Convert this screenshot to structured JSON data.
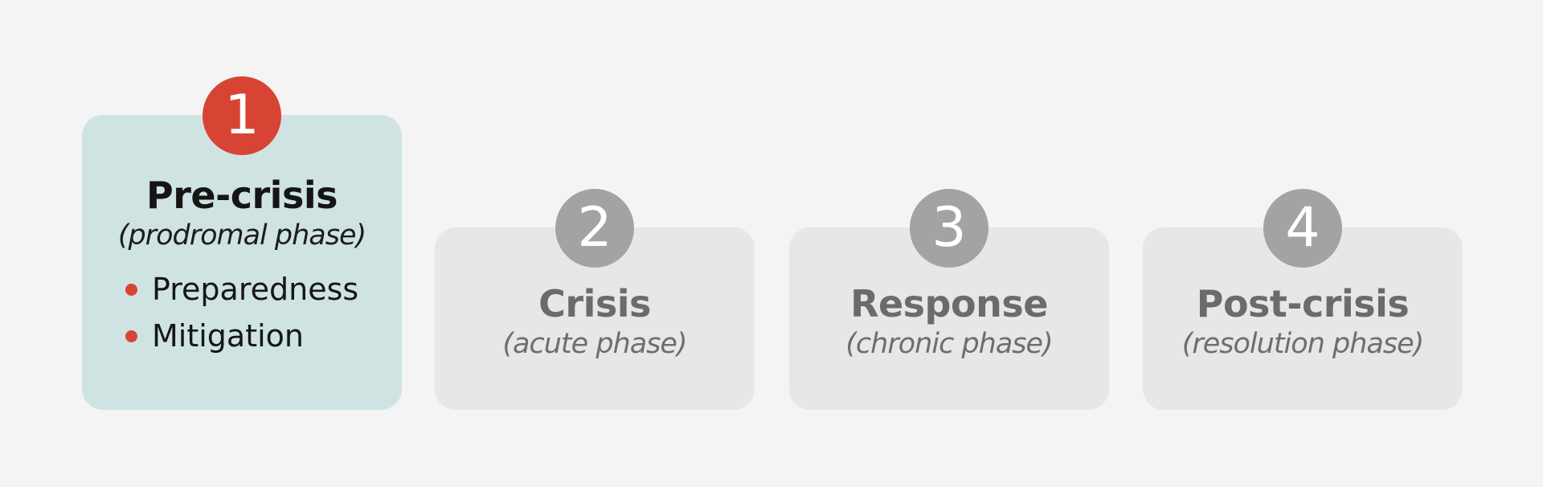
{
  "phases": [
    {
      "number": "1",
      "title": "Pre-crisis",
      "subtitle": "(prodromal phase)",
      "bullets": [
        "Preparedness",
        "Mitigation"
      ],
      "active": true
    },
    {
      "number": "2",
      "title": "Crisis",
      "subtitle": "(acute phase)",
      "active": false
    },
    {
      "number": "3",
      "title": "Response",
      "subtitle": "(chronic phase)",
      "active": false
    },
    {
      "number": "4",
      "title": "Post-crisis",
      "subtitle": "(resolution phase)",
      "active": false
    }
  ],
  "colors": {
    "background": "#f4f4f4",
    "active_card": "#cfe3e3",
    "inactive_card": "#e6e7e6",
    "accent_red": "#d84434",
    "inactive_badge": "#a3a3a3"
  }
}
